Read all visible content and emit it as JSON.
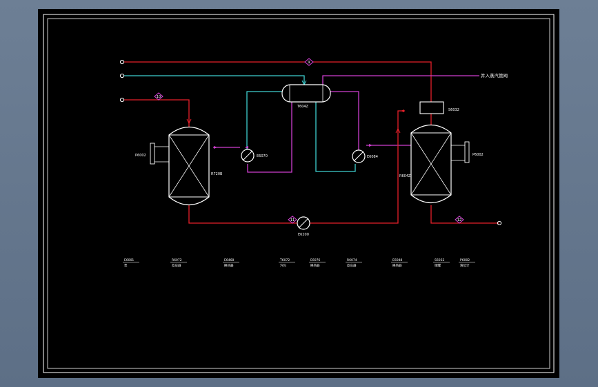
{
  "canvas": {
    "background": "#000000",
    "app_background": "#677a90"
  },
  "colors": {
    "red": "#e8202a",
    "cyan": "#3fd0d0",
    "magenta": "#cf3fd0",
    "white": "#ffffff"
  },
  "annotation": {
    "text": "并入蒸汽管网"
  },
  "stream_numbers": [
    "9",
    "10",
    "11",
    "12"
  ],
  "equipment_tags": {
    "drum": "T604Z",
    "column_left": "R720B",
    "column_right": "R604Z",
    "hx_left": "E6070",
    "hx_right": "E6084",
    "hx_bottom": "E6200",
    "top_box": "S6032",
    "gauge_left": "P6002",
    "gauge_right": "P6002"
  },
  "legend": [
    {
      "code": "E6001",
      "desc": "泵"
    },
    {
      "code": "R6072",
      "desc": "反应器"
    },
    {
      "code": "E6468",
      "desc": "换热器"
    },
    {
      "code": "T6072",
      "desc": "汽包"
    },
    {
      "code": "E6076",
      "desc": "换热器"
    },
    {
      "code": "R6074",
      "desc": "反应器"
    },
    {
      "code": "E6048",
      "desc": "换热器"
    },
    {
      "code": "S6032",
      "desc": "储罐"
    },
    {
      "code": "P6002",
      "desc": "液位计"
    }
  ]
}
